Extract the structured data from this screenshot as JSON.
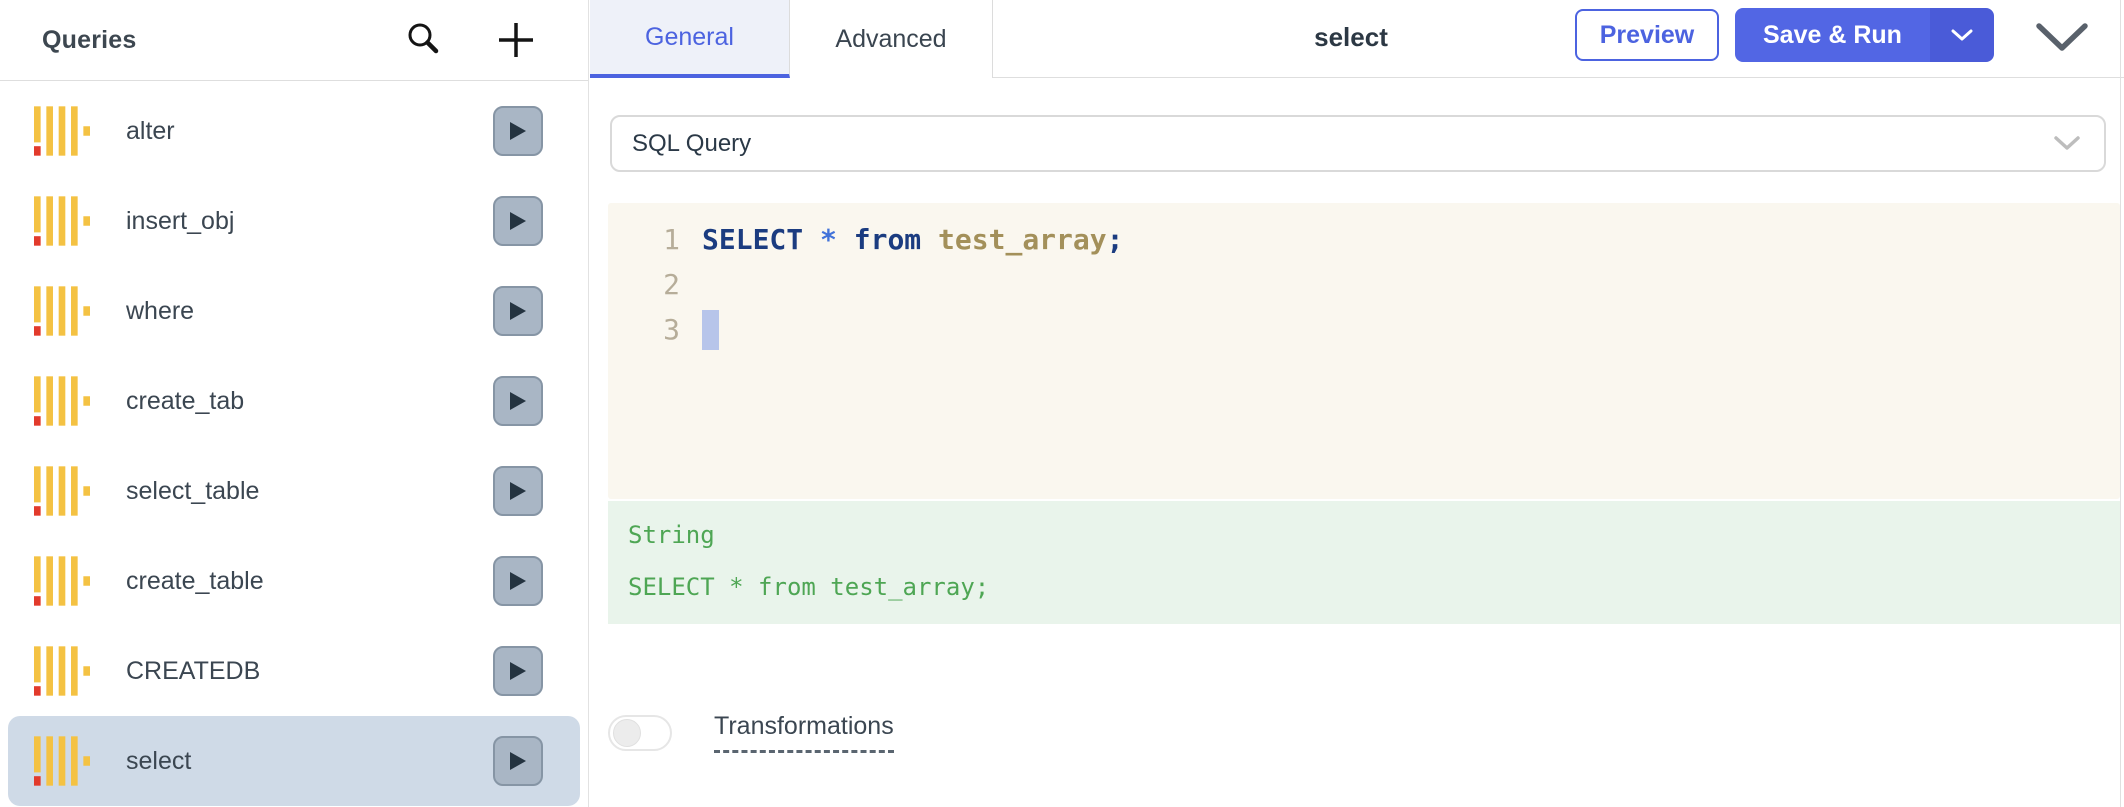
{
  "colors": {
    "accent": "#4c63e0",
    "accent_bg": "#5266e4",
    "accent_bg_dark": "#4a5bd8",
    "tab_active_bg": "#eef1f9",
    "border": "#dedede",
    "text_primary": "#3b4651",
    "selected_row_bg": "#cfdae7",
    "play_btn_bg": "#a9b6c5",
    "play_btn_border": "#8695a5",
    "play_icon": "#243340",
    "icon_yellow": "#f4c243",
    "icon_red": "#e23a2b",
    "editor_bg": "#faf7ef",
    "line_number": "#b6ad99",
    "code_keyword": "#1b3c80",
    "code_operator": "#4273d9",
    "code_identifier": "#a3905a",
    "cursor": "#b7c5ea",
    "result_bg": "#e9f4eb",
    "result_text": "#4ea654"
  },
  "sidebar": {
    "title": "Queries",
    "items": [
      {
        "label": "alter",
        "selected": false
      },
      {
        "label": "insert_obj",
        "selected": false
      },
      {
        "label": "where",
        "selected": false
      },
      {
        "label": "create_tab",
        "selected": false
      },
      {
        "label": "select_table",
        "selected": false
      },
      {
        "label": "create_table",
        "selected": false
      },
      {
        "label": "CREATEDB",
        "selected": false
      },
      {
        "label": "select",
        "selected": true
      }
    ]
  },
  "header": {
    "tabs": [
      {
        "label": "General",
        "active": true
      },
      {
        "label": "Advanced",
        "active": false
      }
    ],
    "query_title": "select",
    "preview_button": "Preview",
    "save_run_button": "Save & Run"
  },
  "query_type_select": {
    "value": "SQL Query"
  },
  "editor": {
    "lines": [
      {
        "number": "1",
        "cursor": false,
        "tokens": [
          {
            "text": "SELECT",
            "type": "keyword"
          },
          {
            "text": " ",
            "type": "plain"
          },
          {
            "text": "*",
            "type": "operator"
          },
          {
            "text": " ",
            "type": "plain"
          },
          {
            "text": "from",
            "type": "keyword"
          },
          {
            "text": " ",
            "type": "plain"
          },
          {
            "text": "test_array",
            "type": "identifier"
          },
          {
            "text": ";",
            "type": "punctuation"
          }
        ]
      },
      {
        "number": "2",
        "cursor": false,
        "tokens": []
      },
      {
        "number": "3",
        "cursor": true,
        "tokens": []
      }
    ]
  },
  "result_preview": {
    "type_label": "String",
    "value": "SELECT * from test_array;"
  },
  "transformations": {
    "label": "Transformations",
    "enabled": false
  }
}
